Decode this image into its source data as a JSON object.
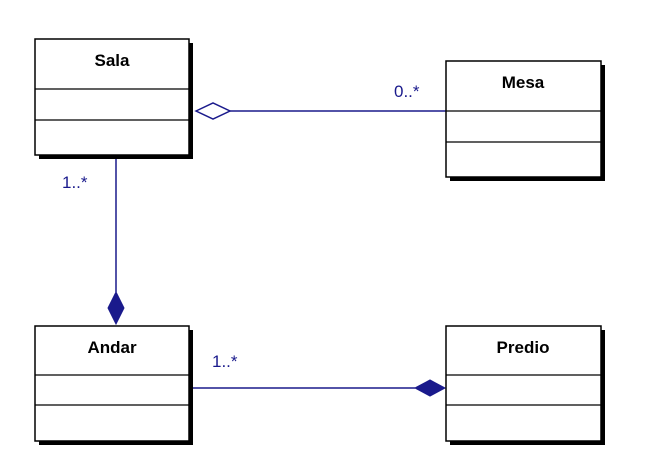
{
  "diagram": {
    "type": "uml-class-diagram",
    "classes": {
      "sala": {
        "name": "Sala"
      },
      "mesa": {
        "name": "Mesa"
      },
      "andar": {
        "name": "Andar"
      },
      "predio": {
        "name": "Predio"
      }
    },
    "associations": [
      {
        "from": "Sala",
        "to": "Mesa",
        "kind": "aggregation",
        "whole": "Sala",
        "multiplicity_part": "0..*"
      },
      {
        "from": "Sala",
        "to": "Andar",
        "kind": "composition",
        "whole": "Andar",
        "multiplicity_part": "1..*"
      },
      {
        "from": "Andar",
        "to": "Predio",
        "kind": "composition",
        "whole": "Predio",
        "multiplicity_part": "1..*"
      }
    ],
    "labels": {
      "sala_mesa_mult": "0..*",
      "sala_andar_mult": "1..*",
      "andar_predio_mult": "1..*"
    },
    "colors": {
      "line": "#1a1a8c",
      "box_border": "#000000",
      "shadow": "#000000",
      "background": "#ffffff"
    }
  }
}
